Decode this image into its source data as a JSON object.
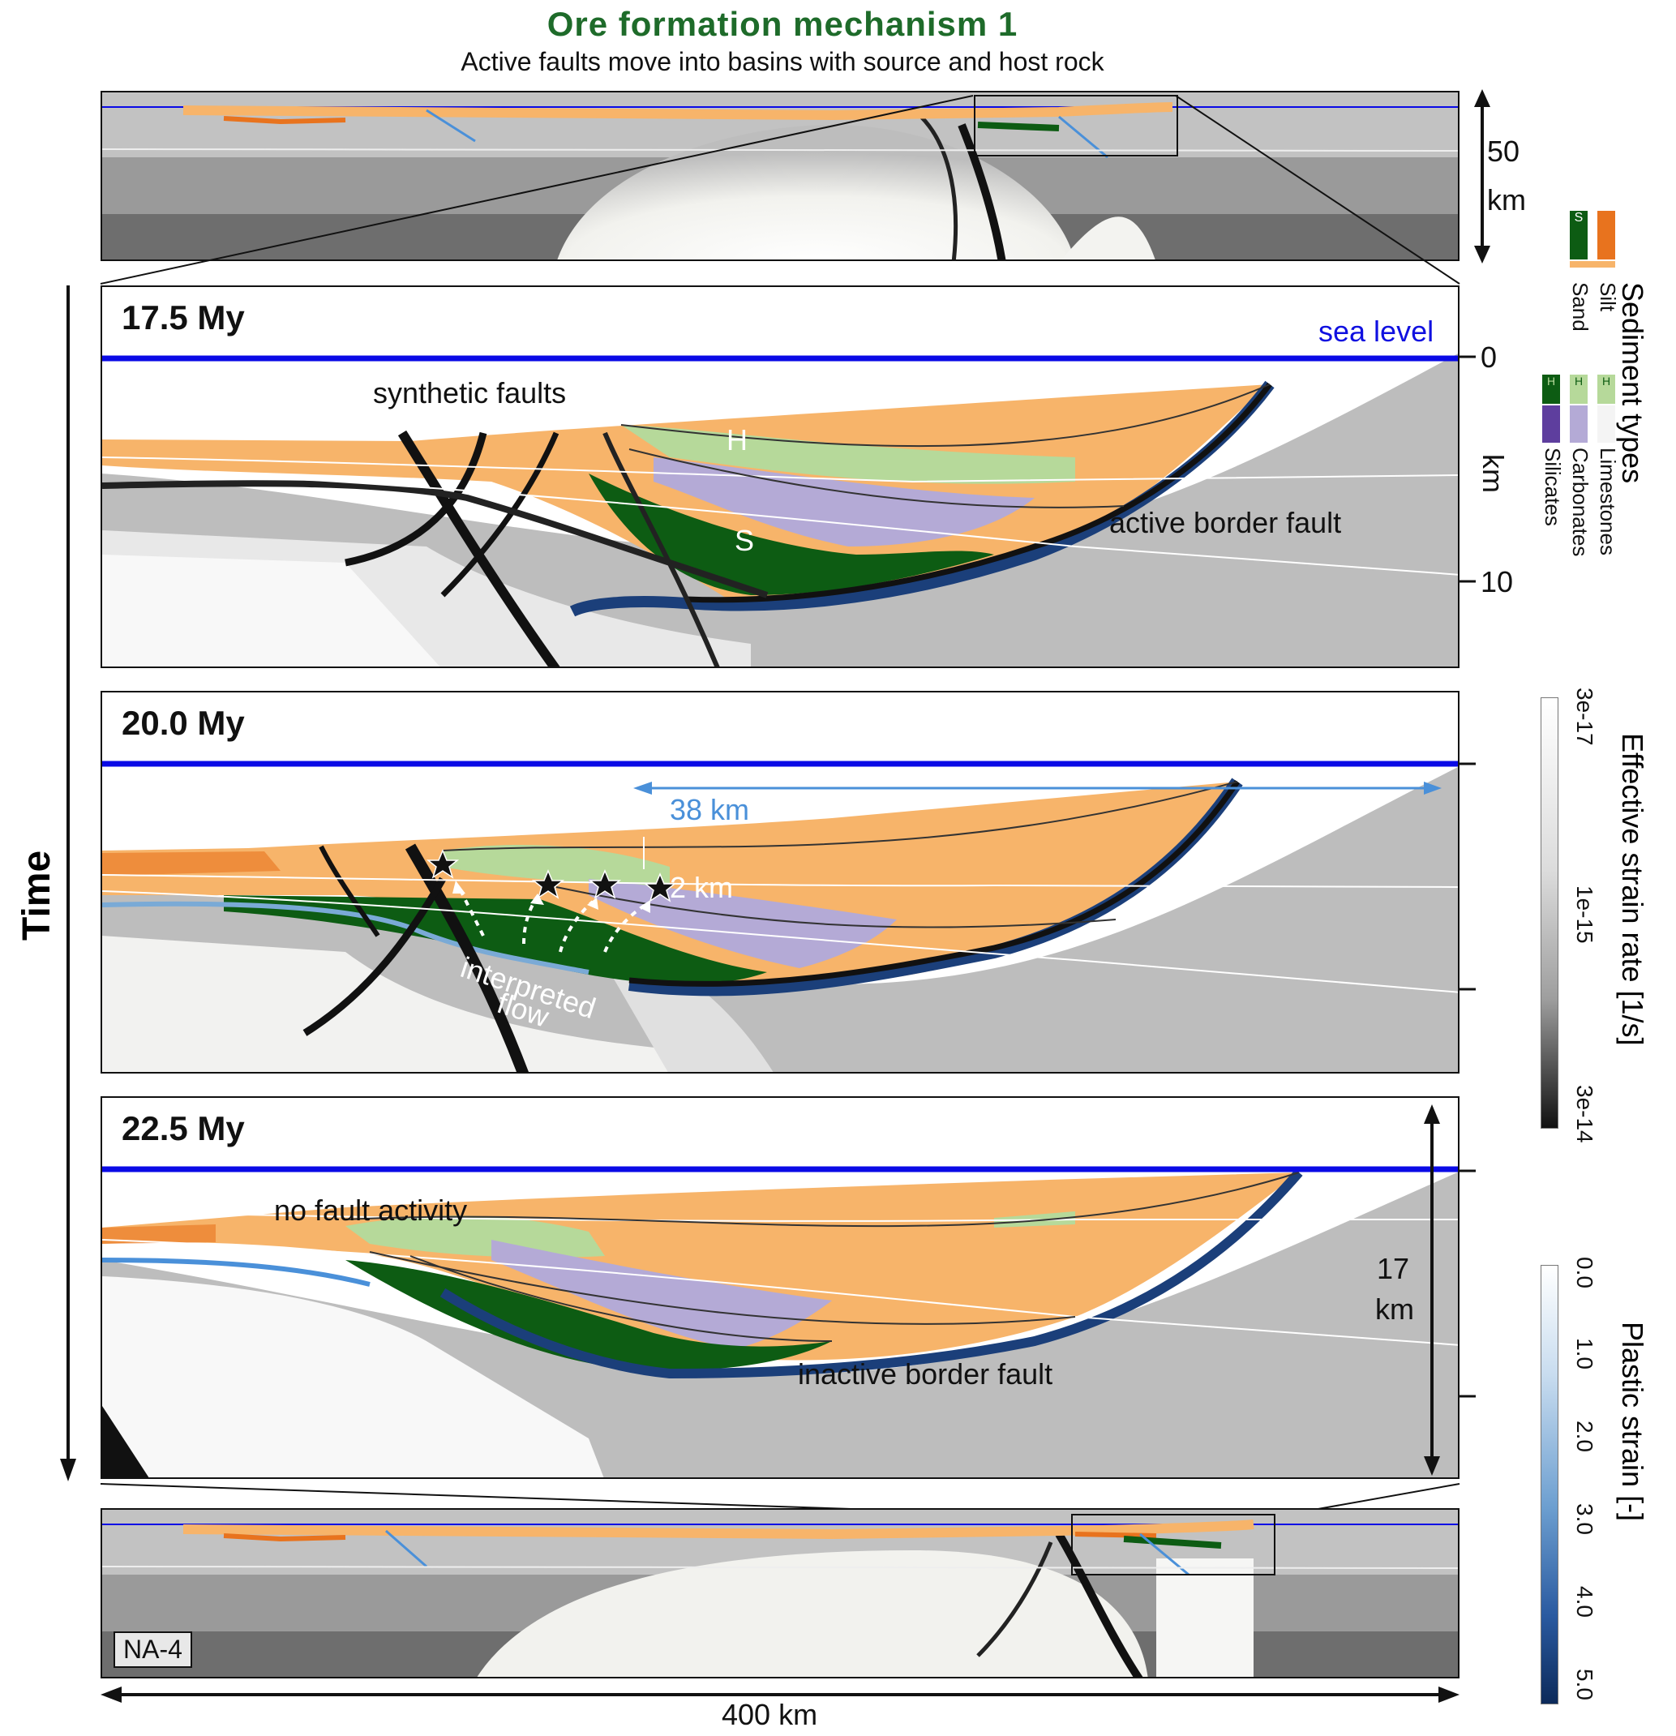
{
  "figure": {
    "title": "Ore formation mechanism 1",
    "subtitle": "Active faults move into basins with source and host rock"
  },
  "overview": {
    "top_scale": "50",
    "top_scale_unit": "km",
    "bottom_tag": "NA-4",
    "width_label": "400 km"
  },
  "panels": [
    {
      "time": "17.5 My",
      "labels": {
        "sea_level": "sea level",
        "synthetic": "synthetic faults",
        "H": "H",
        "S": "S",
        "active": "active border fault"
      }
    },
    {
      "time": "20.0 My",
      "labels": {
        "distance": "38 km",
        "thickness": "2 km",
        "flow_line1": "interpreted",
        "flow_line2": "flow"
      }
    },
    {
      "time": "22.5 My",
      "labels": {
        "no_activity": "no fault activity",
        "inactive": "inactive border fault",
        "depth_value": "17",
        "depth_unit": "km"
      }
    }
  ],
  "depth_axis": {
    "ticks": [
      "0",
      "10"
    ],
    "unit": "km"
  },
  "time_axis": {
    "label": "Time"
  },
  "legend": {
    "sediment_title": "Sediment types",
    "sediments": [
      {
        "name": "Silt",
        "color": "#e8731e",
        "code": ""
      },
      {
        "name": "Sand",
        "color": "#f7b46a",
        "code": "S"
      },
      {
        "name": "Limestones",
        "color": "#b6d99a",
        "code": "H"
      },
      {
        "name": "Carbonates",
        "color": "#b4aad6",
        "code": "H"
      },
      {
        "name": "Silicates",
        "color": "#5e3e9e",
        "code": "H"
      }
    ],
    "strain_rate_title": "Effective strain rate [1/s]",
    "strain_rate_ticks": [
      "3e-17",
      "1e-15",
      "3e-14"
    ],
    "plastic_title": "Plastic strain [-]",
    "plastic_ticks": [
      "0.0",
      "1.0",
      "2.0",
      "3.0",
      "4.0",
      "5.0"
    ]
  },
  "colors": {
    "sea": "#0a0ae6",
    "sand": "#f7b46a",
    "silt": "#e8731e",
    "limestone": "#b6d99a",
    "carbonate": "#b4aad6",
    "source": "#0d5c13",
    "bedrock": "#bdbdbd",
    "fault": "#111111",
    "plastic": "#1b3f7a",
    "arrow_blue": "#4a90d9"
  }
}
